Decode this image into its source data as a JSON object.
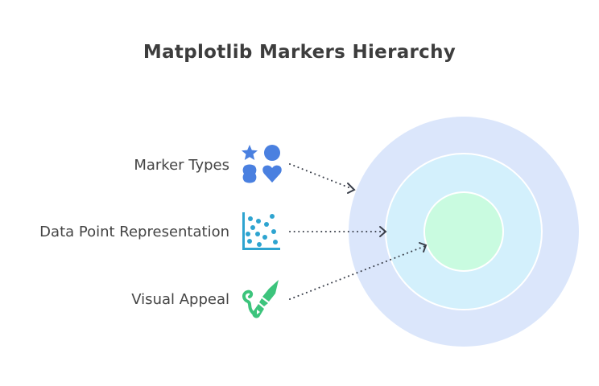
{
  "title": "Matplotlib Markers Hierarchy",
  "items": [
    {
      "label": "Marker Types",
      "icon": "shapes-icon",
      "color": "#4a80e0",
      "target_level": "outer"
    },
    {
      "label": "Data Point Representation",
      "icon": "scatter-plot-icon",
      "color": "#2ea4d0",
      "target_level": "middle"
    },
    {
      "label": "Visual Appeal",
      "icon": "paintbrush-icon",
      "color": "#3cc47c",
      "target_level": "inner"
    }
  ],
  "rings": {
    "outer_color": "#dbe6fb",
    "middle_color": "#d3f0fc",
    "inner_color": "#c9fbe0"
  }
}
